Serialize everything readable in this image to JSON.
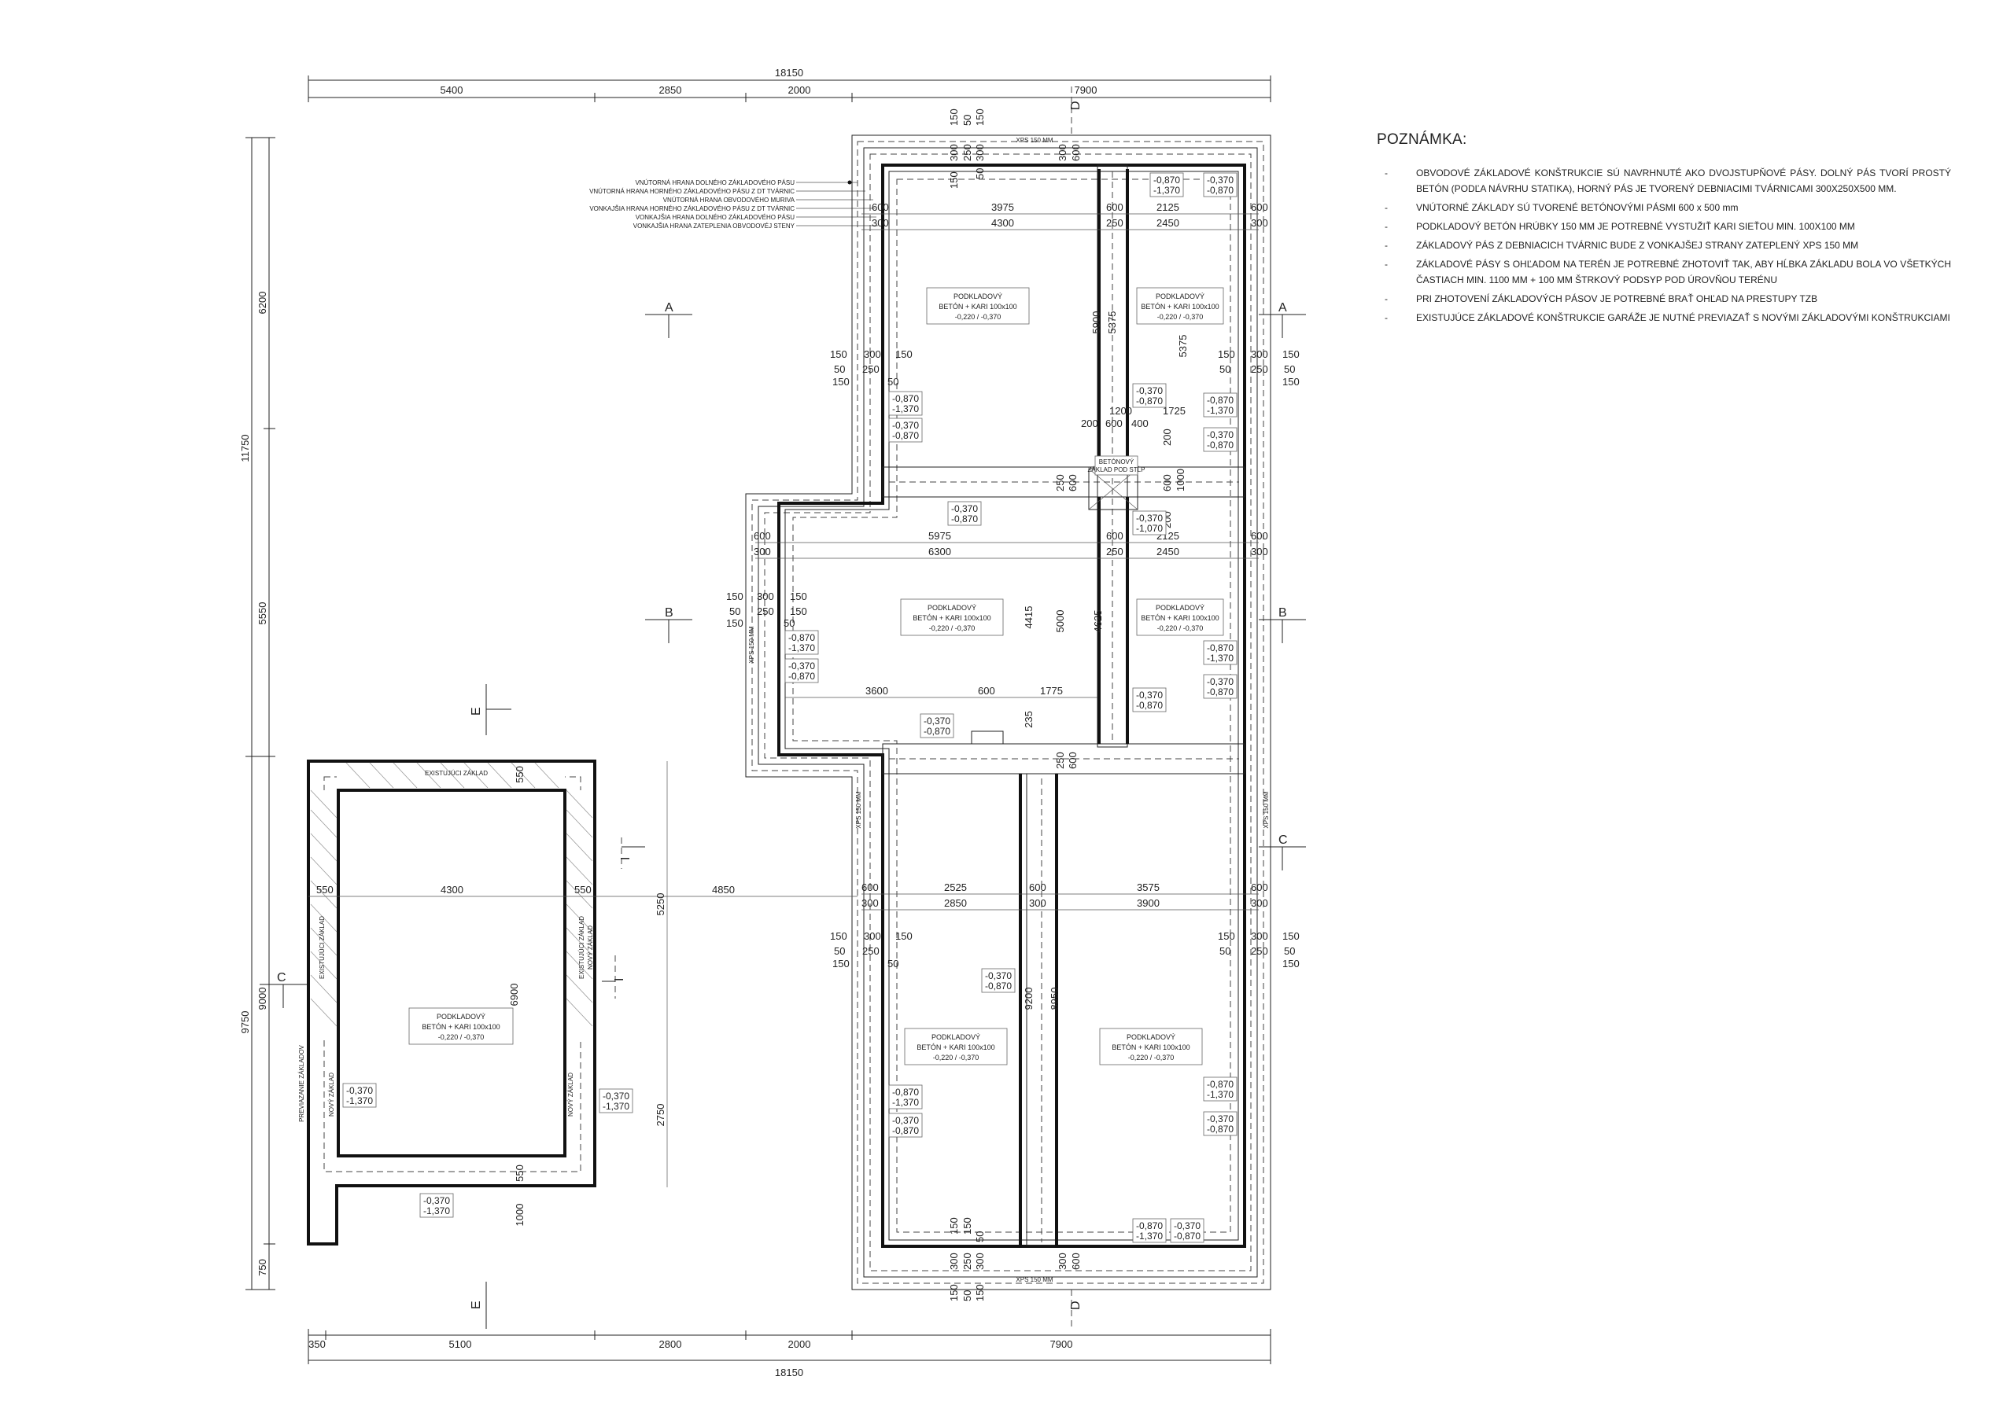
{
  "overall_dims": {
    "total_top": "18150",
    "total_bottom": "18150"
  },
  "top_segments": [
    "5400",
    "2850",
    "2000",
    "7900"
  ],
  "bottom_segments": [
    "350",
    "5100",
    "2800",
    "2000",
    "7900"
  ],
  "left_dims": {
    "d6200": "6200",
    "d11750": "11750",
    "d5550": "5550",
    "d9000": "9000",
    "d9750": "9750",
    "d750": "750"
  },
  "legend_lines": [
    "VNÚTORNÁ HRANA DOLNÉHO ZÁKLADOVÉHO PÁSU",
    "VNÚTORNÁ HRANA HORNÉHO ZÁKLADOVÉHO PÁSU Z DT TVÁRNIC",
    "VNÚTORNÁ HRANA OBVODOVÉHO MURIVA",
    "VONKAJŠIA HRANA HORNÉHO ZÁKLADOVÉHO PÁSU Z DT TVÁRNIC",
    "VONKAJŠIA HRANA DOLNÉHO ZÁKLADOVÉHO PÁSU",
    "VONKAJŠIA HRANA ZATEPLENIA OBVODOVÉJ STENY"
  ],
  "sections": {
    "a": "A",
    "b": "B",
    "c": "C",
    "d": "D",
    "e": "E",
    "i": "I"
  },
  "xps": "XPS 150 MM",
  "podklad": {
    "l1": "PODKLADOVÝ",
    "l2": "BETÓN + KARI 100x100",
    "l3": "-0,220 / -0,370"
  },
  "levels": {
    "a": "-0,870",
    "b": "-1,370",
    "c": "-0,370",
    "d": "-0,870",
    "e": "-1,070"
  },
  "pillar": {
    "l1": "BETÓNOVÝ",
    "l2": "ZÁKLAD POD STĹP"
  },
  "garage": {
    "existing": "EXISTUJÚCI ZÁKLAD",
    "new": "NOVÝ ZÁKLAD",
    "tie": "PREVIAZANIE ZÁKLADOV"
  },
  "inner_dims": {
    "d150": "150",
    "d300": "300",
    "d50": "50",
    "d250": "250",
    "d600": "600",
    "d3975": "3975",
    "d4300": "4300",
    "d2125": "2125",
    "d2450": "2450",
    "d5975": "5975",
    "d6300": "6300",
    "d1200": "1200",
    "d1725": "1725",
    "d200": "200",
    "d400": "400",
    "d1000": "1000",
    "d3600": "3600",
    "d1775": "1775",
    "d235": "235",
    "d4415": "4415",
    "d5000": "5000",
    "d4625": "4625",
    "d5900": "5900",
    "d5375": "5375",
    "d2525": "2525",
    "d2850": "2850",
    "d3575": "3575",
    "d3900": "3900",
    "d9200": "9200",
    "d8950": "8950",
    "d550": "550",
    "d4850": "4850",
    "d5250": "5250",
    "d6900": "6900",
    "d2750": "2750"
  },
  "notes": {
    "title": "POZNÁMKA:",
    "items": [
      "OBVODOVÉ ZÁKLADOVÉ KONŠTRUKCIE SÚ NAVRHNUTÉ AKO DVOJSTUPŇOVÉ PÁSY. DOLNÝ PÁS TVORÍ PROSTÝ BETÓN (PODĽA NÁVRHU STATIKA), HORNÝ PÁS JE TVORENÝ DEBNIACIMI TVÁRNICAMI 300X250X500 MM.",
      "VNÚTORNÉ ZÁKLADY SÚ TVORENÉ BETÓNOVÝMI PÁSMI 600 x 500 mm",
      "PODKLADOVÝ BETÓN HRÚBKY 150 MM JE POTREBNÉ VYSTUŽIŤ KARI SIEŤOU MIN. 100X100 MM",
      "ZÁKLADOVÝ PÁS Z DEBNIACICH TVÁRNIC BUDE Z VONKAJŠEJ STRANY ZATEPLENÝ XPS 150 MM",
      "ZÁKLADOVÉ PÁSY S OHĽADOM NA TERÉN JE POTREBNÉ ZHOTOVIŤ TAK, ABY HĹBKA ZÁKLADU BOLA VO VŠETKÝCH ČASTIACH MIN. 1100 MM + 100 MM ŠTRKOVÝ PODSYP POD ÚROVŇOU TERÉNU",
      "PRI ZHOTOVENÍ ZÁKLADOVÝCH PÁSOV JE POTREBNÉ BRAŤ OHĽAD NA PRESTUPY TZB",
      "EXISTUJÚCE ZÁKLADOVÉ KONŠTRUKCIE GARÁŽE JE NUTNÉ PREVIAZAŤ S NOVÝMI ZÁKLADOVÝMI KONŠTRUKCIAMI"
    ]
  }
}
